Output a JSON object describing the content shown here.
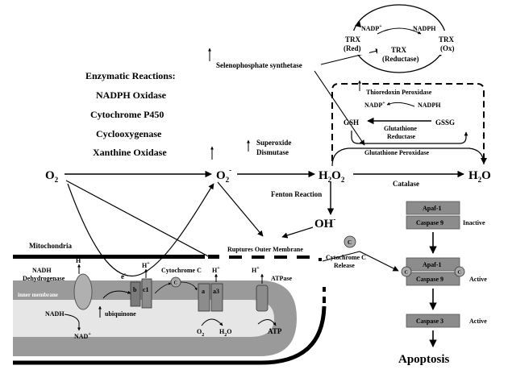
{
  "enzymatic": {
    "title": "Enzymatic Reactions:",
    "items": [
      "NADPH Oxidase",
      "Cytochrome P450",
      "Cyclooxygenase",
      "Xanthine Oxidase"
    ]
  },
  "species": {
    "o2": "O",
    "o2_sub": "2",
    "superoxide": "O",
    "superoxide_sub": "2",
    "superoxide_sup": "-",
    "h2o2_h": "H",
    "h2o2_sub1": "2",
    "h2o2_o": "O",
    "h2o2_sub2": "2",
    "water_h": "H",
    "water_sub": "2",
    "water_o": "O",
    "hydroxyl": "OH",
    "hydroxyl_sup": "-"
  },
  "labels": {
    "selenophosphate": "Selenophosphate synthetase",
    "superoxide_dismutase_1": "Superoxide",
    "superoxide_dismutase_2": "Dismutase",
    "fenton": "Fenton Reaction",
    "catalase": "Catalase",
    "glutathione_peroxidase": "Glutathione Peroxidase",
    "thioredoxin_peroxidase": "Thioredoxin Peroxidase",
    "ruptures": "Ruptures Outer Membrane",
    "cytc_release_1": "Cytochrome C",
    "cytc_release_2": "Release",
    "mitochondria": "Mitochondria",
    "inner_membrane": "inner membrane",
    "nadh_dh_1": "NADH",
    "nadh_dh_2": "Dehydrogenase",
    "nadh": "NADH",
    "nad": "NAD",
    "nad_sup": "+",
    "ubiquinone": "ubiquinone",
    "cytochrome_c": "Cytochrome C",
    "atpase": "ATPase",
    "atp": "ATP",
    "h_plus": "H",
    "plus": "+",
    "electron": "e",
    "electron_sup": "-",
    "o2_inner": "O",
    "o2_inner_sub": "2",
    "h2o_inner_h": "H",
    "h2o_inner_sub": "2",
    "h2o_inner_o": "O",
    "complex_b": "b",
    "complex_c1": "c1",
    "complex_a": "a",
    "complex_a3": "a3",
    "c_marker": "C"
  },
  "trx": {
    "nadp": "NADP",
    "nadp_sup": "+",
    "nadph": "NADPH",
    "red_1": "TRX",
    "red_2": "(Red)",
    "reductase_1": "TRX",
    "reductase_2": "(Reductase)",
    "ox_1": "TRX",
    "ox_2": "(Ox)"
  },
  "glutathione": {
    "nadp": "NADP",
    "nadp_sup": "+",
    "nadph": "NADPH",
    "gsh": "GSH",
    "gssg": "GSSG",
    "reductase_1": "Glutathione",
    "reductase_2": "Reductase"
  },
  "apoptosis": {
    "apaf1": "Apaf-1",
    "caspase9": "Caspase 9",
    "inactive": "Inactive",
    "active_complex": "Active",
    "caspase3": "Caspase 3",
    "active_caspase3": "Active",
    "title": "Apoptosis"
  },
  "colors": {
    "box_dark": "#8c8c8c",
    "box_light": "#c8c8c8",
    "membrane": "#9a9a9a",
    "inner_space": "#e6e6e6"
  }
}
